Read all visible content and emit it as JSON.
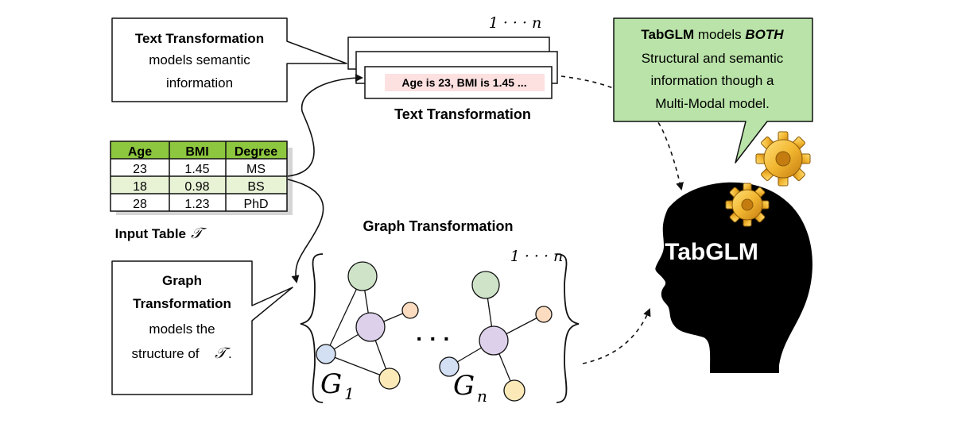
{
  "text_callout": {
    "title": "Text Transformation",
    "line1": "models semantic",
    "line2": "information"
  },
  "text_stack": {
    "count_label": "1 · · · n",
    "sample_text": "Age is 23, BMI is 1.45 ...",
    "caption": "Text Transformation"
  },
  "input_table": {
    "headers": [
      "Age",
      "BMI",
      "Degree"
    ],
    "rows": [
      [
        "23",
        "1.45",
        "MS"
      ],
      [
        "18",
        "0.98",
        "BS"
      ],
      [
        "28",
        "1.23",
        "PhD"
      ]
    ],
    "caption": "Input Table",
    "caption_symbol": "𝒯"
  },
  "graph_section": {
    "title": "Graph Transformation",
    "count_label": "1 · · · n",
    "ellipsis": "· · ·",
    "graph1_label": "G",
    "graph1_sub": "1",
    "graphn_label": "G",
    "graphn_sub": "n"
  },
  "graph_callout": {
    "line1": "Graph",
    "line2": "Transformation",
    "line3": "models the",
    "line4_prefix": "structure of ",
    "line4_symbol": "𝒯",
    "line4_suffix": "."
  },
  "tabglm_callout": {
    "line1_bold": "TabGLM",
    "line1_rest": " models ",
    "line1_emph": "BOTH",
    "line2": "Structural and semantic",
    "line3": "information though a",
    "line4": "Multi-Modal model."
  },
  "head": {
    "label": "TabGLM"
  },
  "colors": {
    "table_header": "#8dc63f",
    "table_alt_row": "#e8f3d6",
    "callout_green": "#b9e3a8",
    "highlight_pink": "#fde0e0",
    "node_green": "#cfe3c8",
    "node_purple": "#ddd0ea",
    "node_blue": "#d3e0f4",
    "node_yellow": "#fbe9b8",
    "node_orange": "#fcdcc0",
    "gear": "#f2b630"
  }
}
